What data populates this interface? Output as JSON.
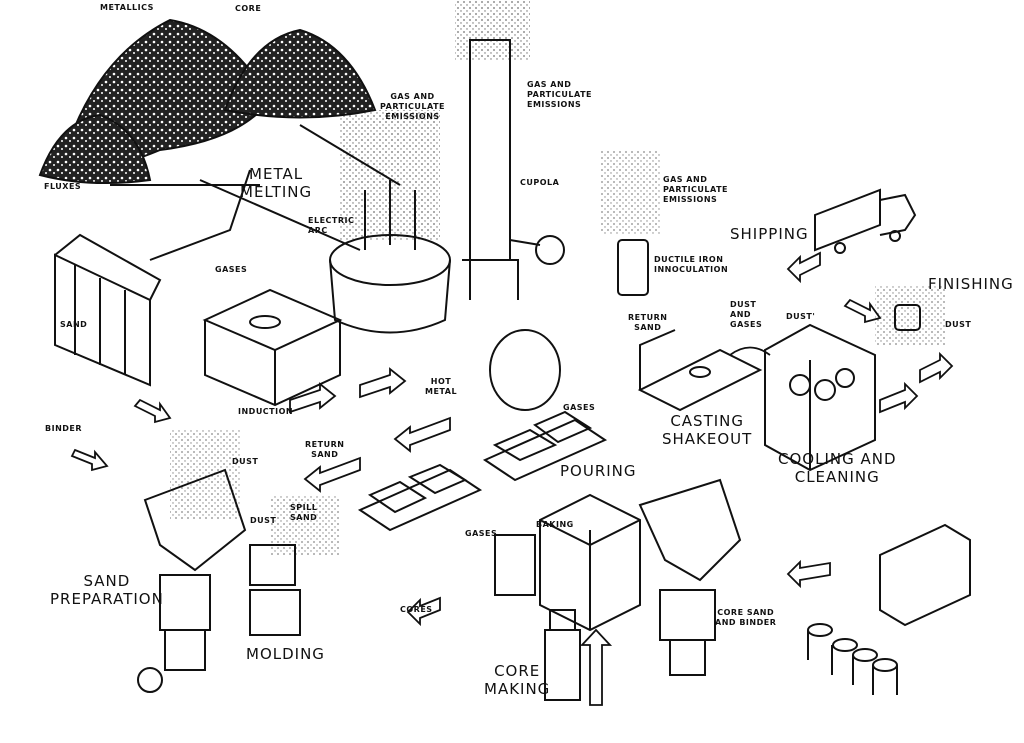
{
  "labels": {
    "metallics": "METALLICS",
    "core": "CORE",
    "fluxes": "FLUXES",
    "metal_melting": "METAL\nMELTING",
    "emissions_arc": "GAS AND\nPARTICULATE\nEMISSIONS",
    "electric_arc": "ELECTRIC\nARC",
    "emissions_cupola": "GAS AND\nPARTICULATE\nEMISSIONS",
    "cupola": "CUPOLA",
    "emissions_ductile": "GAS AND\nPARTICULATE\nEMISSIONS",
    "ductile_iron": "DUCTILE IRON\nINNOCULATION",
    "shipping": "SHIPPING",
    "finishing": "FINISHING",
    "dust_finishing": "DUST",
    "gases_induction": "GASES",
    "sand": "SAND",
    "induction": "INDUCTION",
    "hot_metal": "HOT\nMETAL",
    "return_sand_shakeout": "RETURN\nSAND",
    "dust_and_gases": "DUST\nAND\nGASES",
    "dust_cooling": "DUST'",
    "casting_shakeout": "CASTING\nSHAKEOUT",
    "cooling_cleaning": "COOLING AND\nCLEANING",
    "binder": "BINDER",
    "dust_sandprep": "DUST",
    "return_sand_main": "RETURN\nSAND",
    "gases_pouring": "GASES",
    "pouring": "POURING",
    "spill_sand": "SPILL\nSAND",
    "dust_molding": "DUST",
    "sand_preparation": "SAND\nPREPARATION",
    "molding": "MOLDING",
    "gases_baking": "GASES",
    "baking": "BAKING",
    "cores": "CORES",
    "core_sand_binder": "CORE SAND\nAND BINDER",
    "core_making": "CORE\nMAKING"
  },
  "colors": {
    "ink": "#111111",
    "paper": "#ffffff"
  }
}
